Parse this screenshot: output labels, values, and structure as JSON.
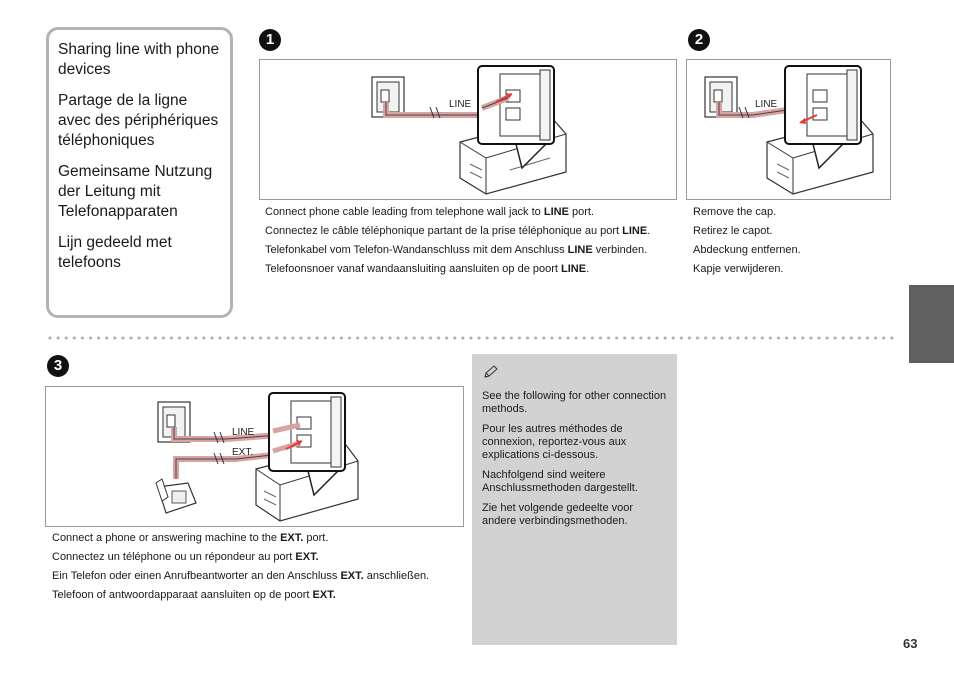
{
  "title_box": {
    "en": "Sharing line with phone devices",
    "fr": "Partage de la ligne avec des périphériques téléphoniques",
    "de": "Gemeinsame Nutzung der Leitung mit Telefonapparaten",
    "nl": "Lijn gedeeld met telefoons"
  },
  "step1": {
    "number": "1",
    "port_label": "LINE",
    "en_a": "Connect phone cable leading from telephone wall jack to ",
    "en_b": "LINE",
    "en_c": " port.",
    "fr_a": "Connectez le câble téléphonique partant de la prise téléphonique au port ",
    "fr_b": "LINE",
    "fr_c": ".",
    "de_a": "Telefonkabel vom Telefon-Wandanschluss mit dem Anschluss ",
    "de_b": "LINE",
    "de_c": " verbinden.",
    "nl_a": "Telefoonsnoer vanaf wandaansluiting aansluiten op de poort ",
    "nl_b": "LINE",
    "nl_c": "."
  },
  "step2": {
    "number": "2",
    "port_label": "LINE",
    "en": "Remove the cap.",
    "fr": "Retirez le capot.",
    "de": "Abdeckung entfernen.",
    "nl": "Kapje verwijderen."
  },
  "step3": {
    "number": "3",
    "line_label": "LINE",
    "ext_label": "EXT.",
    "en_a": "Connect a phone or answering machine to the ",
    "en_b": "EXT.",
    "en_c": " port.",
    "fr_a": "Connectez un téléphone ou un répondeur au port ",
    "fr_b": "EXT.",
    "fr_c": "",
    "de_a": "Ein Telefon oder einen Anrufbeantworter an den Anschluss ",
    "de_b": "EXT.",
    "de_c": " anschließen.",
    "nl_a": "Telefoon of antwoordapparaat aansluiten op de poort ",
    "nl_b": "EXT.",
    "nl_c": ""
  },
  "note": {
    "icon": "pencil-icon",
    "en": "See the following for other connection methods.",
    "fr": "Pour les autres méthodes de connexion, reportez-vous aux explications ci-dessous.",
    "de": "Nachfolgend sind weitere Anschlussmethoden dargestellt.",
    "nl": "Zie het volgende gedeelte voor andere verbindingsmethoden."
  },
  "page_number": "63",
  "colors": {
    "cable_red": "#d9a3a3",
    "tab_gray": "#5f5f5f",
    "note_bg": "#d2d2d2",
    "arrow_red": "#e03a3a"
  }
}
